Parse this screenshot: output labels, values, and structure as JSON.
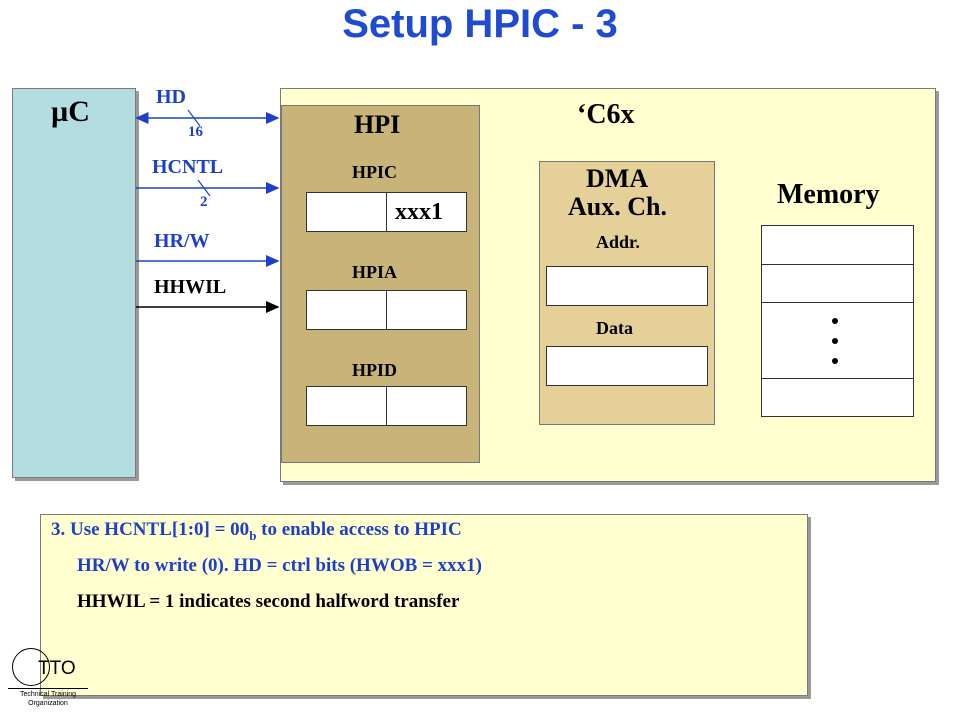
{
  "title": "Setup HPIC - 3",
  "uc": {
    "label": "µC"
  },
  "signals": {
    "hd": {
      "label": "HD",
      "width": "16"
    },
    "hcntl": {
      "label": "HCNTL",
      "width": "2"
    },
    "hrw": {
      "label": "HR/W"
    },
    "hhwil": {
      "label": "HHWIL"
    }
  },
  "chip": {
    "label": "‘C6x"
  },
  "hpi": {
    "label": "HPI",
    "hpic": {
      "label": "HPIC",
      "value": "xxx1"
    },
    "hpia": {
      "label": "HPIA"
    },
    "hpid": {
      "label": "HPID"
    }
  },
  "dma": {
    "label": "DMA",
    "sublabel": "Aux. Ch.",
    "addr": "Addr.",
    "data": "Data"
  },
  "memory": {
    "label": "Memory"
  },
  "note": {
    "line1_pre": "3. Use HCNTL[1:0] = 00",
    "line1_sub": "b",
    "line1_post": " to enable access to HPIC",
    "line2": "HR/W to write (0). HD = ctrl bits (HWOB = xxx1)",
    "line3": "HHWIL = 1 indicates second halfword transfer"
  },
  "logo": {
    "label": "TTO",
    "caption1": "Technical Training",
    "caption2": "Organization"
  },
  "colors": {
    "title": "#1e4bd2",
    "uc_fill": "#b4dde2",
    "chip_fill": "#ffffd0",
    "hpi_fill": "#c8b478",
    "dma_fill": "#e4d098",
    "note_fill": "#ffffd0",
    "signal_line": "#1e40c8"
  }
}
